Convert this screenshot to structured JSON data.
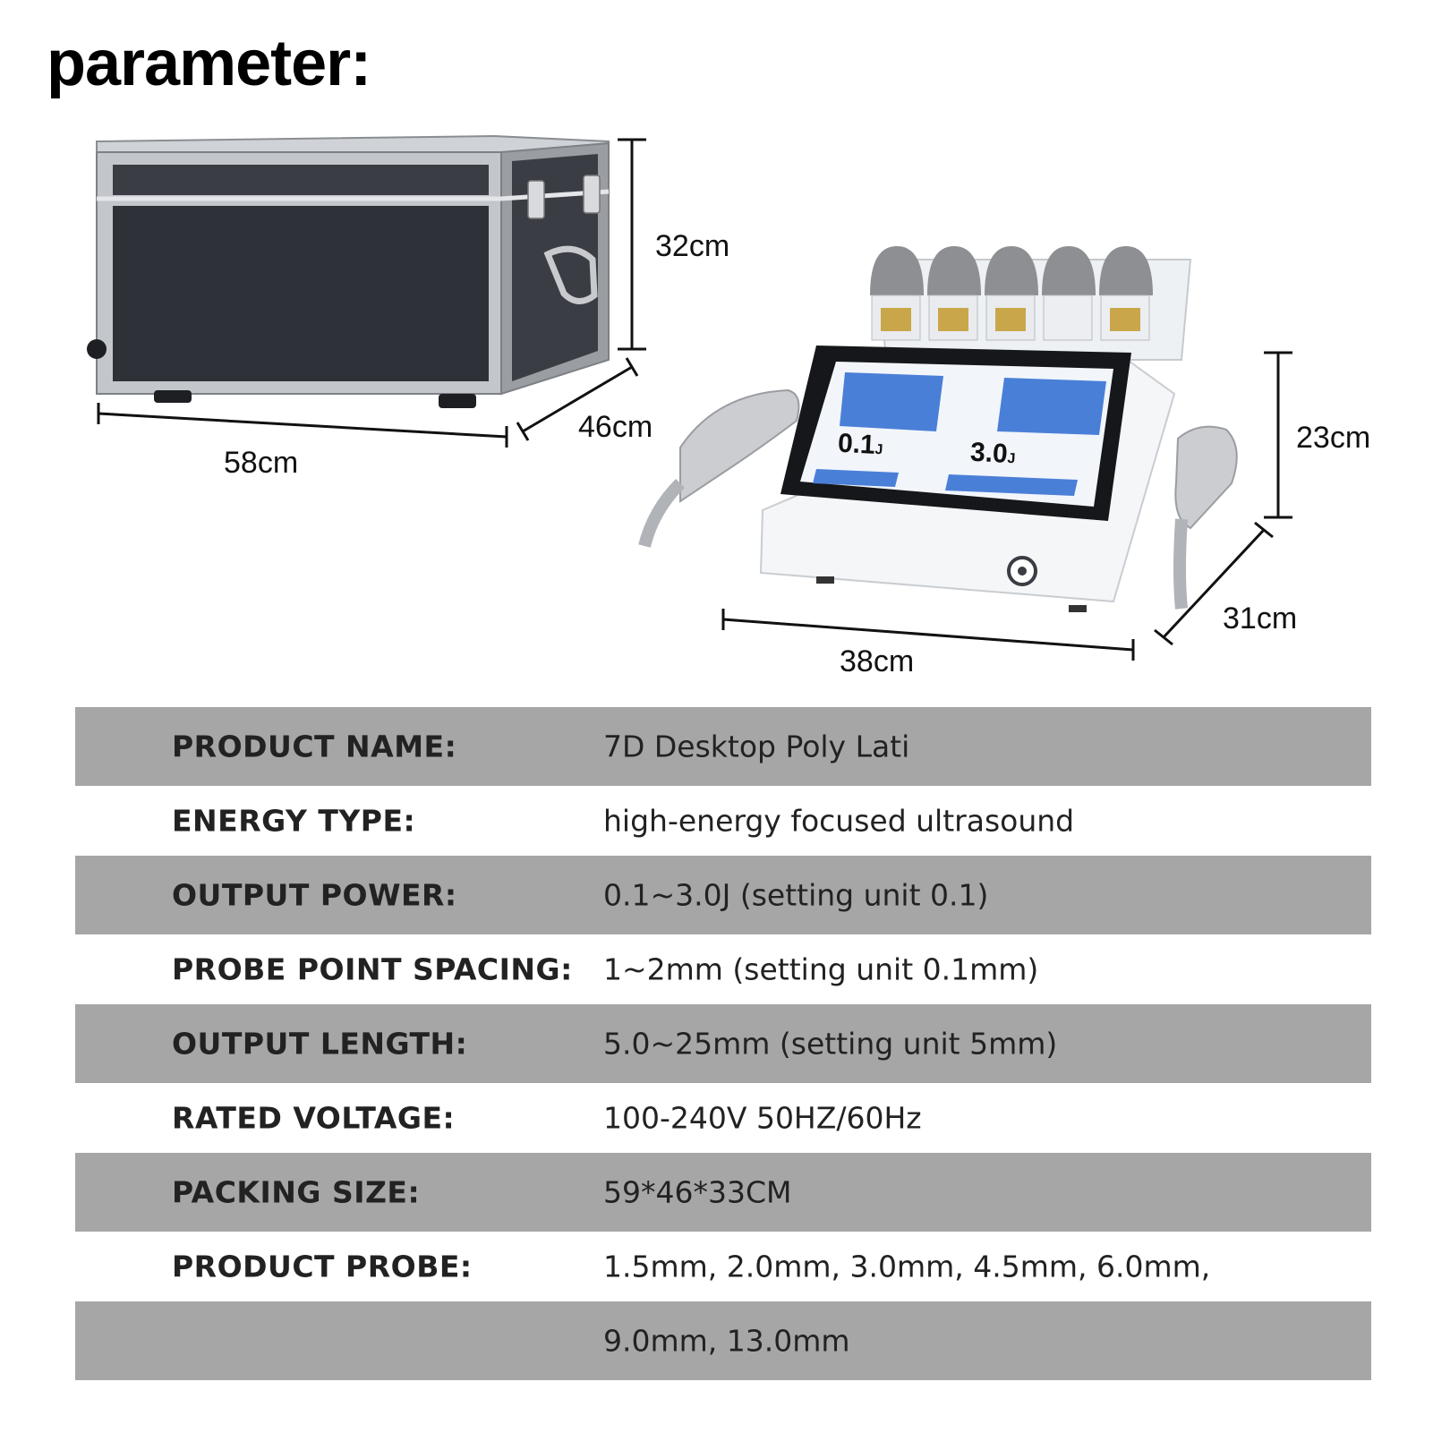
{
  "page": {
    "heading": "parameter:"
  },
  "figure": {
    "case_dimensions": {
      "height": "32cm",
      "width": "58cm",
      "depth": "46cm"
    },
    "machine_dimensions": {
      "height": "23cm",
      "width": "38cm",
      "depth": "31cm"
    },
    "screen_readouts": {
      "left_energy": "0.1",
      "right_energy": "3.0",
      "unit": "J"
    },
    "colors": {
      "case_panel": "#2e3138",
      "case_frame": "#b9bcc1",
      "screen_bezel": "#15171a",
      "screen_blue": "#4a7fd8",
      "probe_gray": "#8d8f92",
      "probe_gold": "#c9a64a"
    }
  },
  "spec_table": {
    "row_colors": {
      "shaded": "#a6a6a6",
      "plain": "#ffffff"
    },
    "rows": [
      {
        "label": "PRODUCT NAME:",
        "value": "7D Desktop Poly Lati"
      },
      {
        "label": "ENERGY TYPE:",
        "value": "high-energy focused ultrasound"
      },
      {
        "label": "OUTPUT POWER:",
        "value": "0.1~3.0J (setting unit 0.1)"
      },
      {
        "label": "PROBE POINT SPACING:",
        "value": "1~2mm (setting unit 0.1mm)"
      },
      {
        "label": "OUTPUT LENGTH:",
        "value": "5.0~25mm (setting unit 5mm)"
      },
      {
        "label": "RATED VOLTAGE:",
        "value": "100-240V 50HZ/60Hz"
      },
      {
        "label": "PACKING SIZE:",
        "value": "59*46*33CM"
      },
      {
        "label": "PRODUCT PROBE:",
        "value": "1.5mm, 2.0mm, 3.0mm, 4.5mm, 6.0mm,"
      },
      {
        "label": "",
        "value": "9.0mm, 13.0mm"
      }
    ]
  }
}
